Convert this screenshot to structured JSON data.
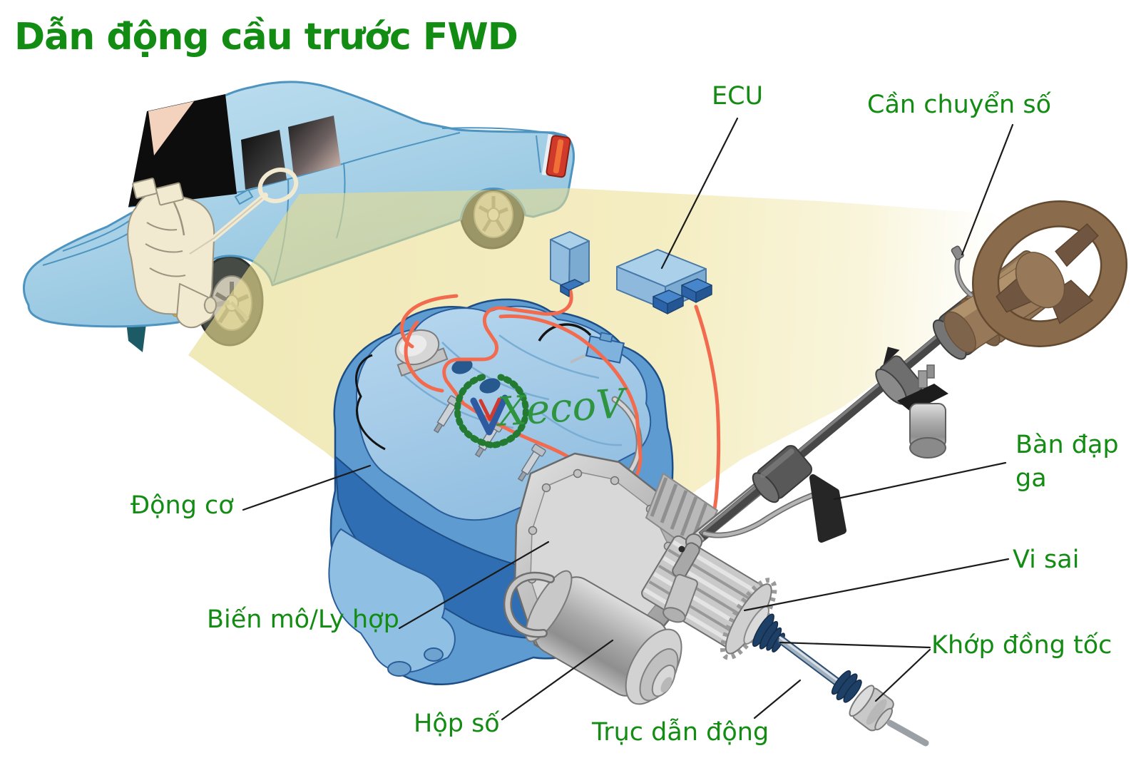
{
  "title": "Dẫn động cầu trước FWD",
  "watermark": {
    "brand": "XecoV"
  },
  "labels": {
    "ecu": {
      "text": "ECU"
    },
    "gear_shift_lever": {
      "text": "Cần chuyển số"
    },
    "accelerator_pedal": {
      "lines": [
        "Bàn đạp",
        "ga"
      ]
    },
    "differential": {
      "text": "Vi sai"
    },
    "cv_joint": {
      "text": "Khớp đồng tốc"
    },
    "engine": {
      "text": "Động cơ"
    },
    "torque_converter_clutch": {
      "text": "Biến mô/Ly hợp"
    },
    "gearbox": {
      "text": "Hộp số"
    },
    "drive_shaft": {
      "text": "Trục dẫn động"
    }
  },
  "colors": {
    "title_green": "#128c12",
    "label_green": "#128c12",
    "watermark_green": "#2f9440",
    "car_blue": "#a9d2e8",
    "beam_yellow": "#f2ebc0",
    "engine_blue": "#5e9bd0",
    "engine_dark_blue": "#2f6eb2",
    "wire_red": "#f26b4e",
    "metal_gray": "#c6c6c6",
    "steering_wheel_brown": "#8a6b4b",
    "cv_boot_navy": "#1e4066",
    "pedal_black": "#262626"
  }
}
